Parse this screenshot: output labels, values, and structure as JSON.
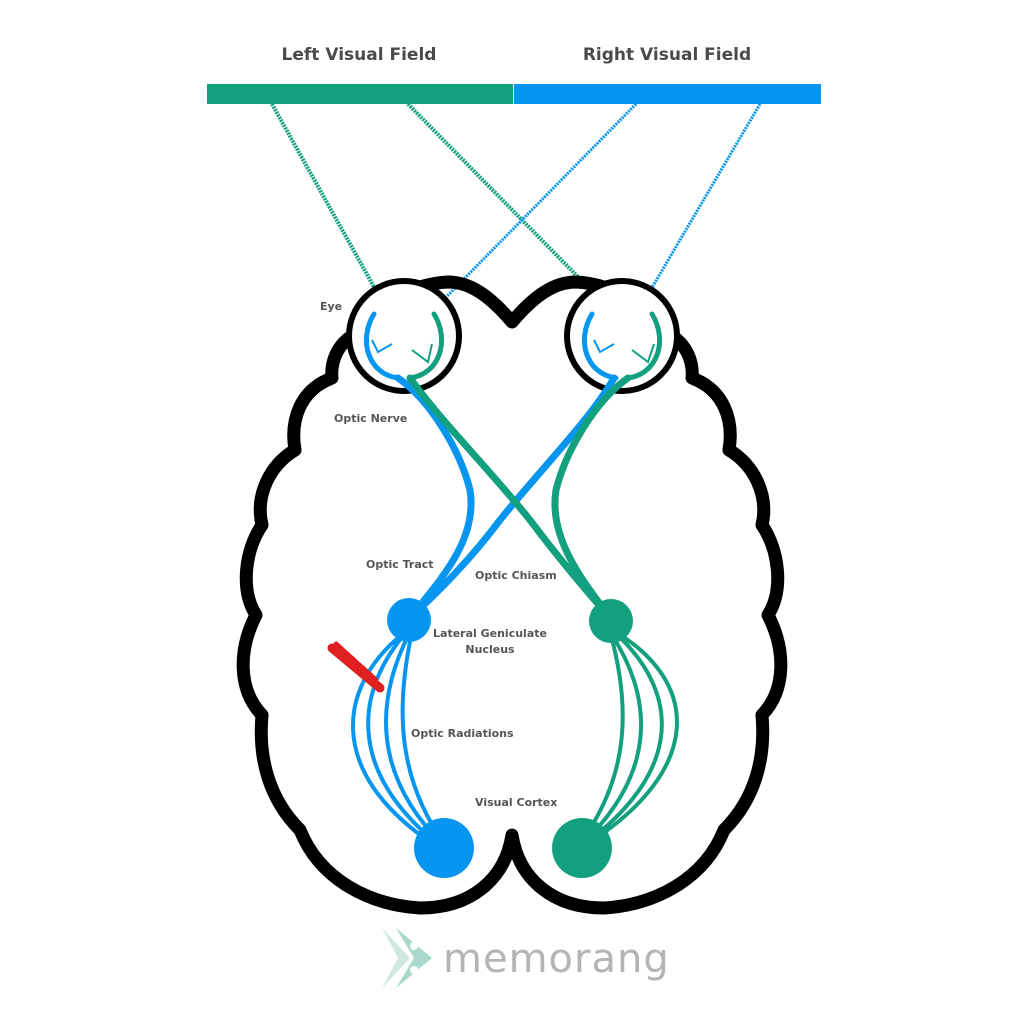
{
  "visual_fields": {
    "left": {
      "title": "Left Visual Field",
      "color": "#13a07f"
    },
    "right": {
      "title": "Right Visual Field",
      "color": "#0696f0"
    }
  },
  "labels": {
    "eye": "Eye",
    "optic_nerve": "Optic Nerve",
    "optic_tract": "Optic Tract",
    "optic_chiasm": "Optic Chiasm",
    "lgn_line1": "Lateral Geniculate",
    "lgn_line2": "Nucleus",
    "optic_radiations": "Optic Radiations",
    "visual_cortex": "Visual Cortex"
  },
  "lesion": {
    "color": "#e02020"
  },
  "outline_color": "#000000",
  "brand": {
    "name": "memorang",
    "icon": "memorang-logo-icon"
  }
}
